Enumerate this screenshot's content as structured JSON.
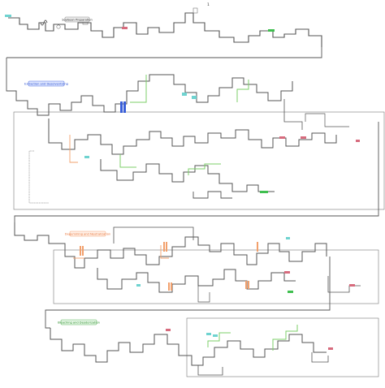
{
  "page": {
    "marker": "1"
  },
  "colors": {
    "background": "#ffffff",
    "pipe": "#555555",
    "pipe_light": "#bdbdbd",
    "frame": "#777777",
    "steam_green": "#7ccf6a",
    "solvent_blue": "#3a5fd9",
    "hot_orange": "#f2a06c",
    "cyan_block": "#6fd3d0",
    "red_block": "#d76b7d",
    "green_block": "#3fbf4f"
  },
  "diagram": {
    "sections": [
      {
        "id": "preparation",
        "title": "Soybean Preparation",
        "text_color": "#333333",
        "border": "#888888",
        "fill": "#eeeeee"
      },
      {
        "id": "extraction",
        "title": "Extraction and Desolventizing",
        "text_color": "#2a4fd0",
        "border": "#4a6ae0",
        "fill": "#dfe7ff"
      },
      {
        "id": "degumming",
        "title": "Degumming and Neutralization",
        "text_color": "#e8743a",
        "border": "#f1a070",
        "fill": "#fff1e8"
      },
      {
        "id": "bleaching",
        "title": "Bleaching and Deodorization",
        "text_color": "#2f8f2f",
        "border": "#55b055",
        "fill": "#e8f8e8"
      }
    ],
    "stream_tags": [
      {
        "id": "soybean-feed",
        "text": ""
      },
      {
        "id": "meal-out",
        "text": ""
      },
      {
        "id": "crude-oil-out",
        "text": ""
      },
      {
        "id": "refined-oil-out",
        "text": ""
      }
    ]
  }
}
